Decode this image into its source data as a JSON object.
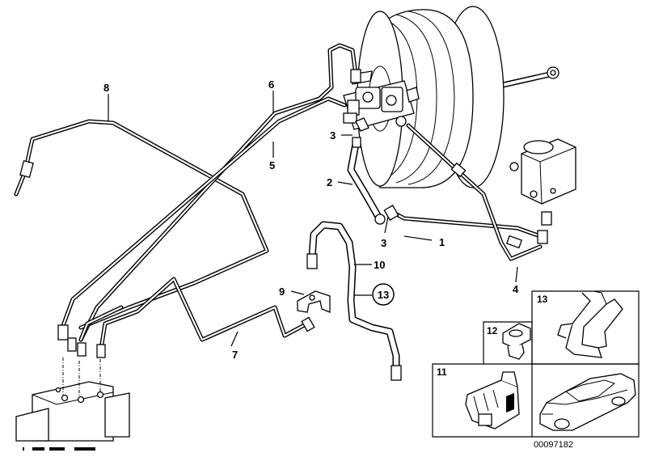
{
  "callouts": {
    "c1": "1",
    "c2": "2",
    "c3a": "3",
    "c3b": "3",
    "c4": "4",
    "c5": "5",
    "c6": "6",
    "c7": "7",
    "c8": "8",
    "c9": "9",
    "c10": "10",
    "c13": "13"
  },
  "insets": {
    "i11": "11",
    "i12": "12",
    "i13": "13"
  },
  "diagram_number": "00097182",
  "colors": {
    "ink": "#000000",
    "paper": "#ffffff"
  }
}
